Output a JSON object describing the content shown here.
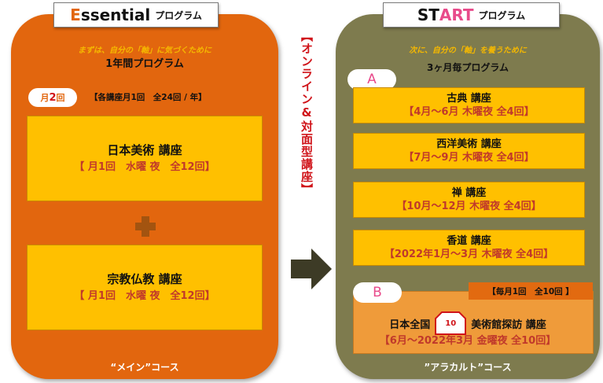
{
  "left": {
    "title_e": "E",
    "title_rest": "ssential",
    "title_suffix": "プログラム",
    "subtitle": "まずは、自分の「軸」に気づくために",
    "program": "1年間プログラム",
    "freq_pill_pre": "月",
    "freq_pill_num": "2",
    "freq_pill_post": "回",
    "freq_note": "【各講座月1回　全24回 / 年】",
    "courses": [
      {
        "name": "日本美術 講座",
        "schedule": "【 月1回　水曜 夜　全12回】"
      },
      {
        "name": "宗教仏教 講座",
        "schedule": "【 月1回　水曜 夜　全12回】"
      }
    ],
    "footer": "“メイン”コース"
  },
  "middle": {
    "vertical_text": "【オンライン&対面型講座】"
  },
  "right": {
    "title_st": "ST",
    "title_art": "ART",
    "title_suffix": "プログラム",
    "subtitle": "次に、自分の「軸」を養うために",
    "program": "3ヶ月毎プログラム",
    "tag_a": "A",
    "tag_b": "B",
    "courses": [
      {
        "name": "古典 講座",
        "schedule": "【4月～6月 木曜夜 全4回】"
      },
      {
        "name": "西洋美術 講座",
        "schedule": "【7月～9月 木曜夜 全4回】"
      },
      {
        "name": "禅 講座",
        "schedule": "【10月～12月 木曜夜 全4回】"
      },
      {
        "name": "香道 講座",
        "schedule": "【2022年1月～3月 木曜夜 全4回】"
      }
    ],
    "b_note": "【毎月1回　全10回 】",
    "b_name_pre": "日本全国",
    "b_badge": "10",
    "b_name_post": "美術館探訪 講座",
    "b_schedule": "【6月～2022年3月 金曜夜 全10回】",
    "footer": "”アラカルト”コース"
  },
  "colors": {
    "left_panel": "#e2660e",
    "right_panel": "#7e7b4e",
    "course_box": "#ffc000",
    "b_box": "#ef9b3a",
    "schedule_text": "#c0392b",
    "accent_pink": "#e84a8a",
    "vertical_text": "#d0141a"
  }
}
